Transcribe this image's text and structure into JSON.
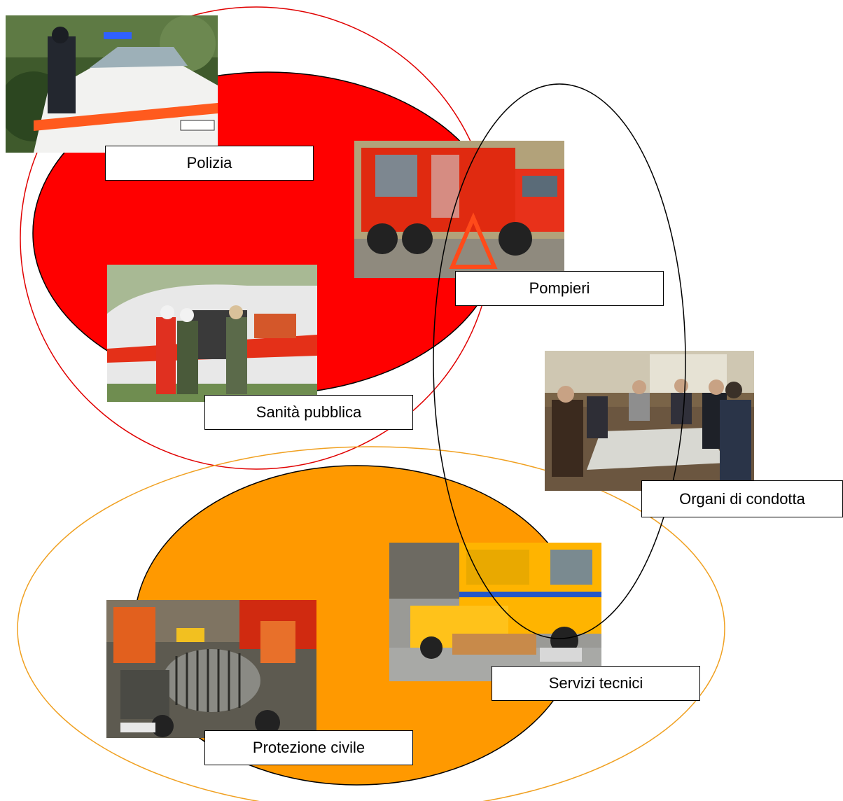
{
  "labels": {
    "polizia": "Polizia",
    "pompieri": "Pompieri",
    "sanita": "Sanità pubblica",
    "organi": "Organi di condotta",
    "servizi": "Servizi tecnici",
    "protezione": "Protezione civile"
  },
  "photos": {
    "polizia": "police-car-photo",
    "pompieri": "fire-truck-photo",
    "sanita": "rescue-helicopter-photo",
    "organi": "command-meeting-photo",
    "servizi": "utility-vehicle-photo",
    "protezione": "civil-protection-equipment-photo"
  },
  "colors": {
    "emergency_fill": "#ff0000",
    "civil_fill": "#ff9900",
    "emergency_outline": "#e00000",
    "civil_outline": "#f0a020",
    "command_outline": "#000000"
  }
}
